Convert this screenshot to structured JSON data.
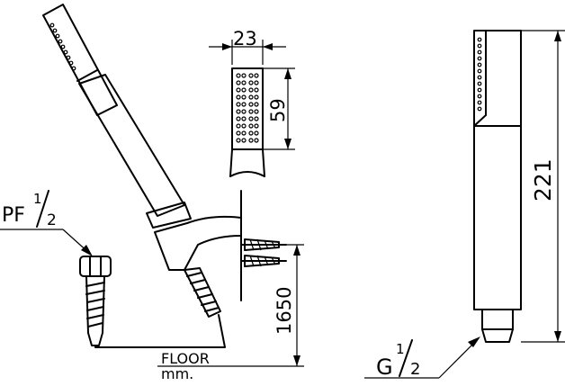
{
  "labels": {
    "thread_left_prefix": "PF",
    "thread_left_num": "1",
    "thread_left_den": "2",
    "thread_right_prefix": "G",
    "thread_right_num": "1",
    "thread_right_den": "2",
    "floor": "FLOOR",
    "unit": "mm."
  },
  "dimensions": {
    "head_width": "23",
    "head_length": "59",
    "mount_height": "1650",
    "handle_length": "221"
  }
}
